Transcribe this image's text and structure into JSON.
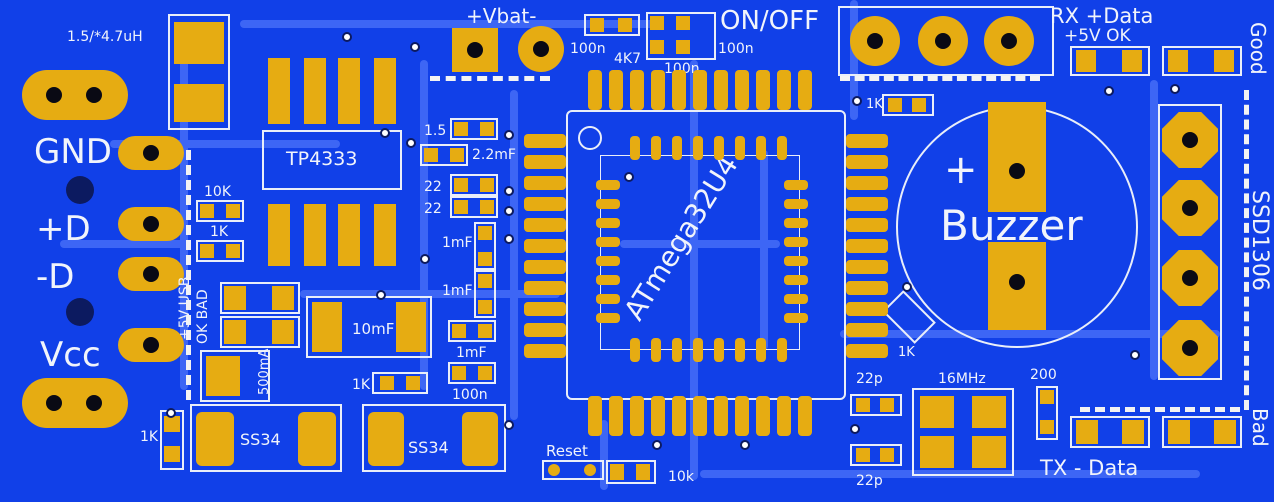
{
  "labels": {
    "inductor": "1.5/*4.7uH",
    "gnd": "GND",
    "plus_d": "+D",
    "minus_d": "-D",
    "vcc": "Vcc",
    "r10k_left": "10K",
    "r1k_left": "1K",
    "usb_5v": "+5V USB",
    "ok_bad": "OK BAD",
    "ma500": "500mA",
    "ss34_left": "SS34",
    "ss34_right": "SS34",
    "r1k_bottom": "1K",
    "r1k_mid": "1K",
    "tp4333": "TP4333",
    "mf10": "10mF",
    "vbat": "+Vbat-",
    "c100n_top1": "100n",
    "r4k7": "4K7",
    "c100n_top2": "100n",
    "c100n_top3": "100n",
    "on_off": "ON/OFF",
    "rx_data": "RX +Data",
    "plus5v_ok": "+5V OK",
    "good": "Good",
    "r1k_right": "1K",
    "c1_5": "1.5",
    "c2_2mf": "2.2mF",
    "r22_a": "22",
    "r22_b": "22",
    "c1mf_a": "1mF",
    "c1mf_b": "1mF",
    "c1mf_c": "1mF",
    "c100n_bottom": "100n",
    "atmega": "ATmega32U4",
    "reset": "Reset",
    "r10k_bottom": "10k",
    "buzzer_plus": "+",
    "buzzer": "Buzzer",
    "ssd1306": "SSD1306",
    "r1k_buzzer": "1K",
    "c22p_a": "22p",
    "c22p_b": "22p",
    "xtal": "16MHz",
    "r200": "200",
    "tx_data": "TX - Data",
    "bad": "Bad"
  },
  "colors": {
    "board": "#1140e8",
    "copper": "#e6ac12",
    "silkscreen": "#e9eef9",
    "trace": "#3d66f5"
  }
}
